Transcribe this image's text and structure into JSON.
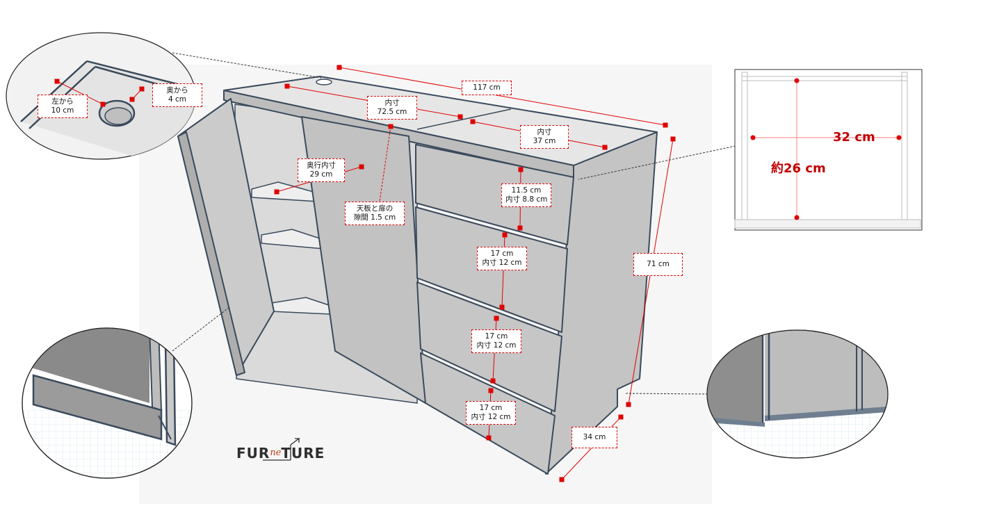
{
  "dimensions": {
    "width": "117 cm",
    "height": "71 cm",
    "depth": "34 cm",
    "left_inner_width": [
      "内寸",
      "72.5 cm"
    ],
    "right_inner_width": [
      "内寸",
      "37 cm"
    ],
    "inner_depth": [
      "奥行内寸",
      "29 cm"
    ],
    "top_door_gap": [
      "天板と扉の",
      "隙間 1.5 cm"
    ],
    "drawer_1": [
      "11.5 cm",
      "内寸 8.8 cm"
    ],
    "drawer_2": [
      "17 cm",
      "内寸 12 cm"
    ],
    "drawer_3": [
      "17 cm",
      "内寸 12 cm"
    ],
    "drawer_4": [
      "17 cm",
      "内寸 12 cm"
    ]
  },
  "hole_detail": {
    "from_left": [
      "左から",
      "10 cm"
    ],
    "from_back": [
      "奥から",
      "4 cm"
    ]
  },
  "drawer_inner_detail": {
    "width": "32 cm",
    "depth": "約26 cm"
  },
  "brand": {
    "left": "FUR",
    "middle": "ne",
    "right": "TURE"
  },
  "colors": {
    "dimension_red": "#d80000",
    "panel_fill": "#c8c8c8",
    "panel_edge": "#3a4a5c",
    "background_panel": "#f5f5f5"
  }
}
